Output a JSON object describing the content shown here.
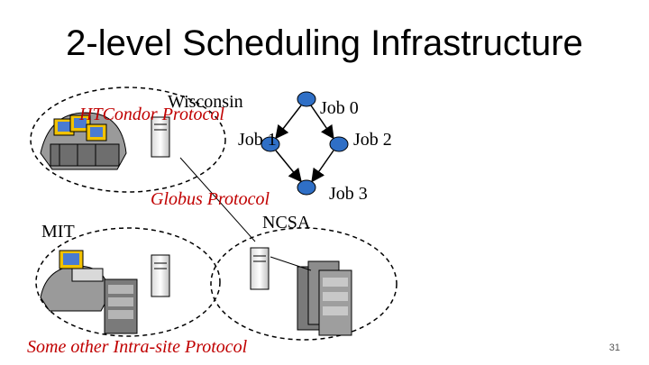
{
  "slide": {
    "title": "2-level Scheduling Infrastructure",
    "page_number": "31"
  },
  "sites": {
    "wisconsin": "Wisconsin",
    "mit": "MIT",
    "ncsa": "NCSA"
  },
  "protocols": {
    "htcondor": "HTCondor Protocol",
    "globus": "Globus Protocol",
    "intra_site": "Some other Intra-site Protocol"
  },
  "dag": {
    "jobs": [
      "Job 0",
      "Job 1",
      "Job 2",
      "Job 3"
    ]
  },
  "colors": {
    "protocol_text": "#c00000",
    "job_node": "#2f6fc6"
  }
}
